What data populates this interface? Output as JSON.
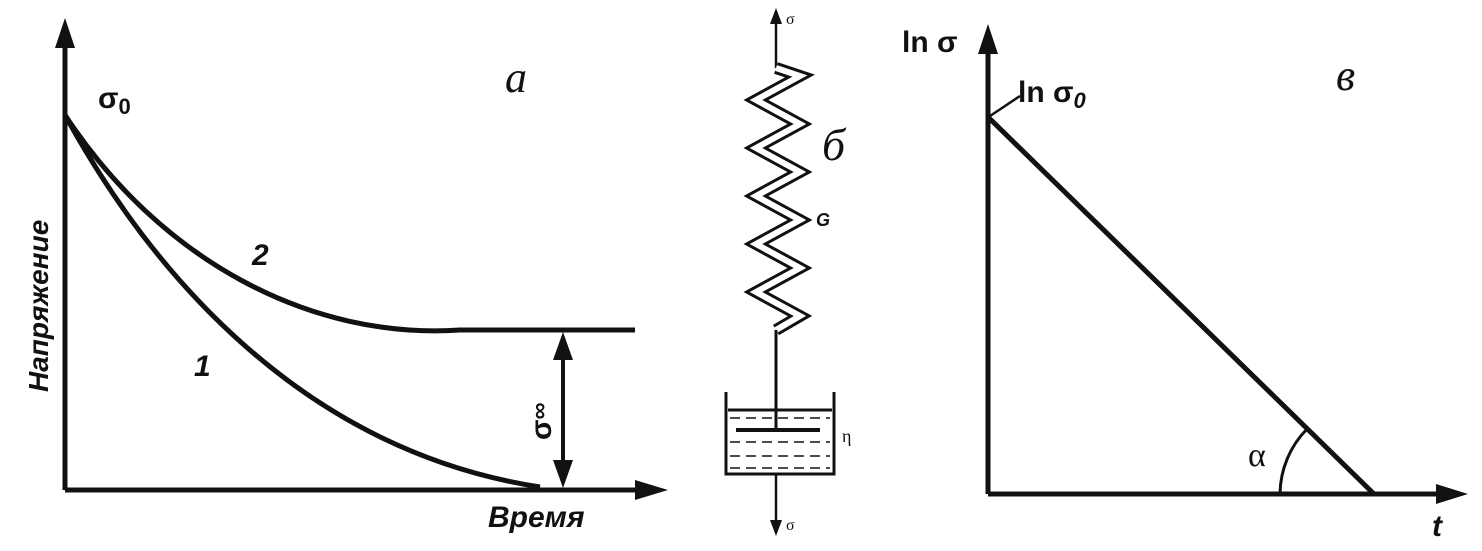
{
  "panel_a": {
    "letter": "а",
    "y_axis_label": "Напряжение",
    "x_axis_label": "Время",
    "sigma0_label": "σ",
    "sigma0_sub": "0",
    "curve1_label": "1",
    "curve2_label": "2",
    "sigma_inf_label": "σ",
    "sigma_inf_sub": "∞"
  },
  "panel_b": {
    "letter": "б",
    "top_force_label": "σ",
    "bottom_force_label": "σ",
    "spring_label": "G",
    "dashpot_label": "η"
  },
  "panel_c": {
    "letter": "в",
    "y_axis_label": "ln σ",
    "intercept_label": "ln σ",
    "intercept_sub": "0",
    "x_axis_label": "t",
    "angle_label": "α"
  }
}
